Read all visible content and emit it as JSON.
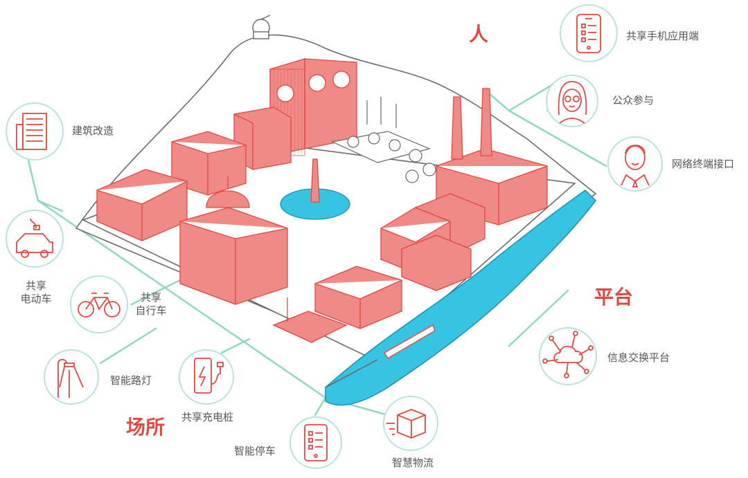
{
  "colors": {
    "accent_red": "#e2483f",
    "line_teal": "#8ed7c7",
    "circle_stroke": "#b9e3d8",
    "water": "#37c4e2",
    "building_red": "#ef8a86",
    "text_gray": "#555555"
  },
  "categories": {
    "people": "人",
    "platform": "平台",
    "venues": "场所"
  },
  "nodes": {
    "phone_app": {
      "label": "共享手机应用端",
      "icon": "phone-list-icon"
    },
    "public_participation": {
      "label": "公众参与",
      "icon": "woman-avatar-icon"
    },
    "network_terminal": {
      "label": "网络终端接口",
      "icon": "man-avatar-icon"
    },
    "info_exchange": {
      "label": "信息交换平台",
      "icon": "cloud-network-icon"
    },
    "building_retrofit": {
      "label": "建筑改造",
      "icon": "building-icon"
    },
    "shared_ev": {
      "line1": "共享",
      "line2": "电动车",
      "icon": "electric-car-icon"
    },
    "shared_bike": {
      "line1": "共享",
      "line2": "自行车",
      "icon": "bicycle-icon"
    },
    "smart_streetlight": {
      "label": "智能路灯",
      "icon": "street-light-icon"
    },
    "shared_charging": {
      "label": "共享充电桩",
      "icon": "charging-pile-icon"
    },
    "smart_parking": {
      "label": "智能停车",
      "icon": "parking-phone-icon"
    },
    "smart_logistics": {
      "label": "智慧物流",
      "icon": "package-icon"
    }
  }
}
